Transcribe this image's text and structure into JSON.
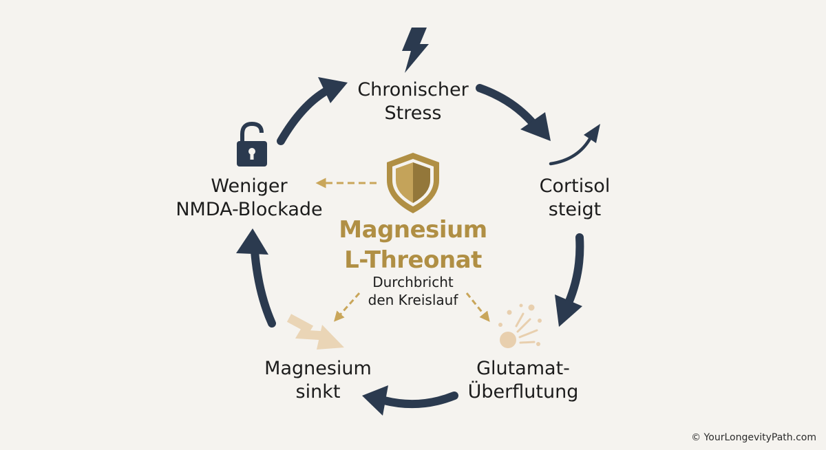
{
  "nodes": {
    "stress": {
      "line1": "Chronischer",
      "line2": "Stress"
    },
    "cortisol": {
      "line1": "Cortisol",
      "line2": "steigt"
    },
    "glutamate": {
      "line1": "Glutamat-",
      "line2": "Überflutung"
    },
    "magnesium": {
      "line1": "Magnesium",
      "line2": "sinkt"
    },
    "nmda": {
      "line1": "Weniger",
      "line2": "NMDA-Blockade"
    }
  },
  "center": {
    "title_line1": "Magnesium",
    "title_line2": "L-Threonat",
    "subtitle_line1": "Durchbricht",
    "subtitle_line2": "den Kreislauf"
  },
  "icons": {
    "stress": "lightning-icon",
    "cortisol": "rising-arrow-icon",
    "glutamate": "burst-icon",
    "magnesium": "zigzag-down-arrow-icon",
    "nmda": "unlocked-padlock-icon",
    "center": "shield-icon"
  },
  "colors": {
    "navy": "#2b3a4f",
    "gold": "#b08f44",
    "light_gold": "#e9d2b0",
    "background": "#f5f3ef"
  },
  "copyright": "© YourLongevityPath.com"
}
